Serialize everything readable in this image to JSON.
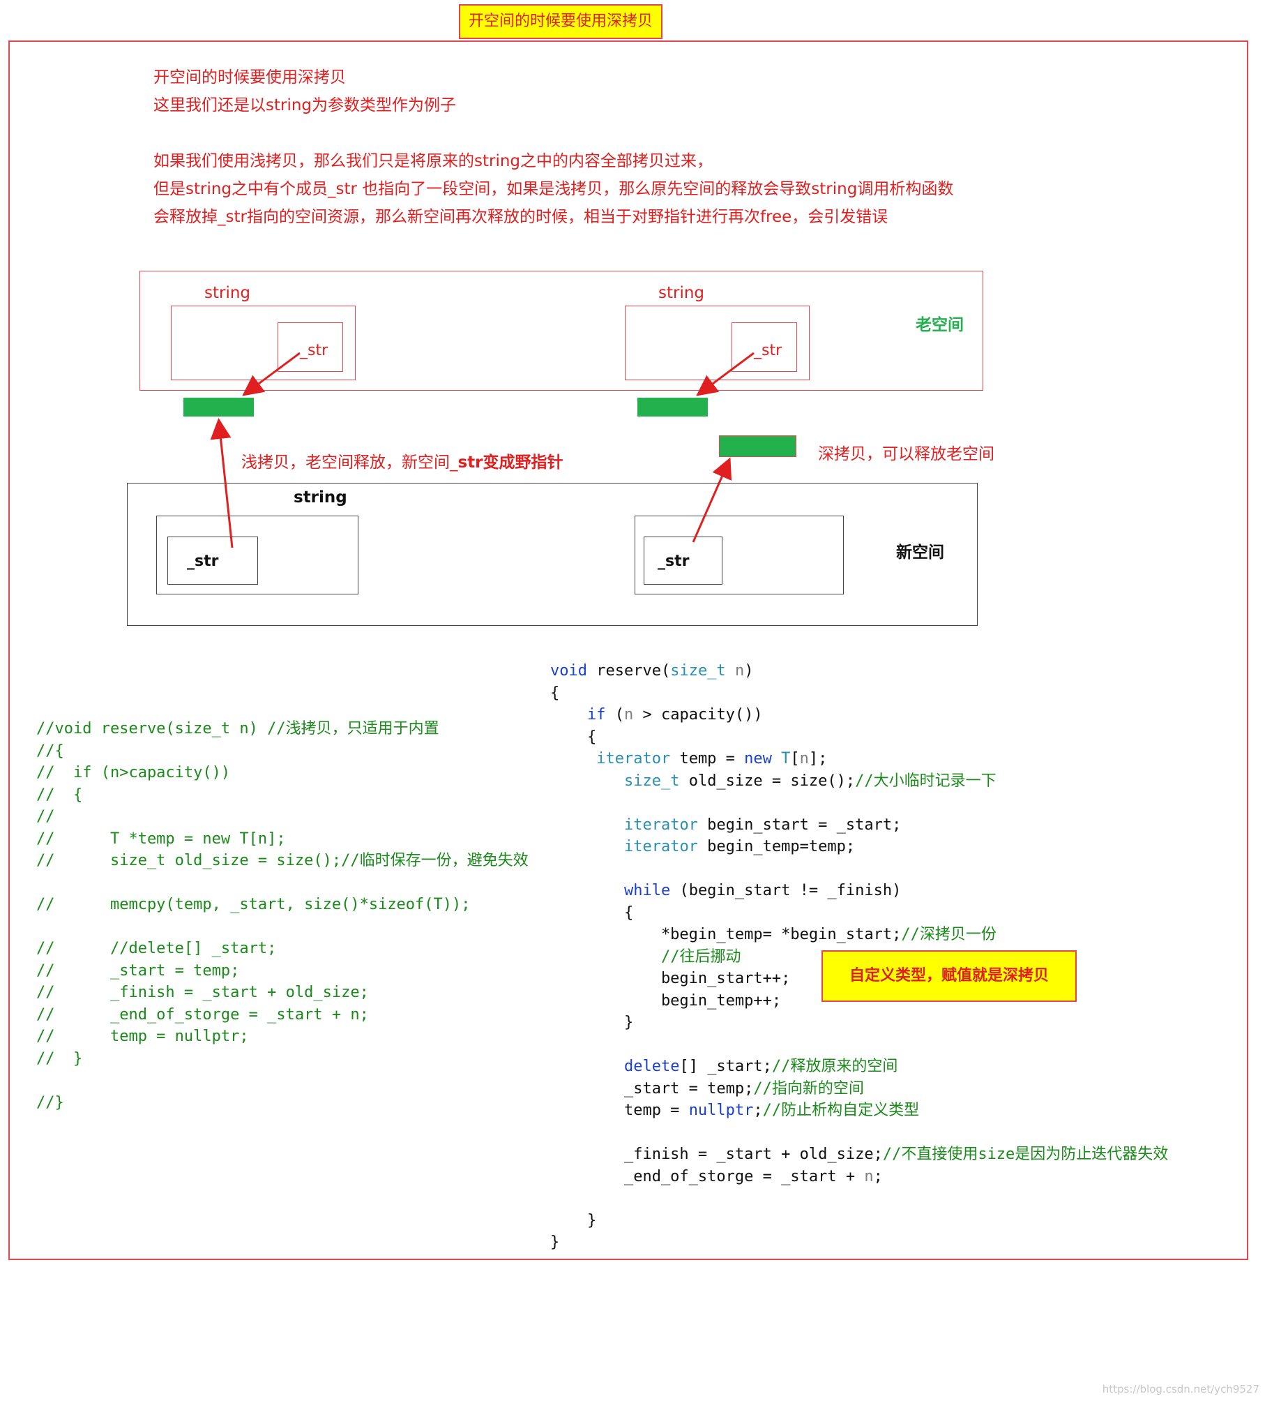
{
  "header": {
    "title": "开空间的时候要使用深拷贝"
  },
  "notes": [
    "开空间的时候要使用深拷贝",
    "这里我们还是以string为参数类型作为例子",
    "如果我们使用浅拷贝，那么我们只是将原来的string之中的内容全部拷贝过来，",
    "但是string之中有个成员_str 也指向了一段空间，如果是浅拷贝，那么原先空间的释放会导致string调用析构函数",
    "会释放掉_str指向的空间资源，那么新空间再次释放的时候，相当于对野指针进行再次free，会引发错误"
  ],
  "diagram": {
    "old_space": {
      "label": "老空间",
      "left_string_label": "string",
      "left_str_label": "_str",
      "right_string_label": "string",
      "right_str_label": "_str"
    },
    "new_space": {
      "label": "新空间",
      "string_label": "string",
      "left_str_label": "_str",
      "right_str_label": "_str"
    },
    "shallow_note": {
      "normal": "浅拷贝，老空间释放，新空间_",
      "bold": "str变成野指针"
    },
    "deep_note": "深拷贝，可以释放老空间",
    "colors": {
      "red": "#e02020",
      "green_bar": "#22b14c",
      "old_label": "#22b14c"
    }
  },
  "custom_type_note": "自定义类型，赋值就是深拷贝",
  "watermark": "https://blog.csdn.net/ych9527"
}
